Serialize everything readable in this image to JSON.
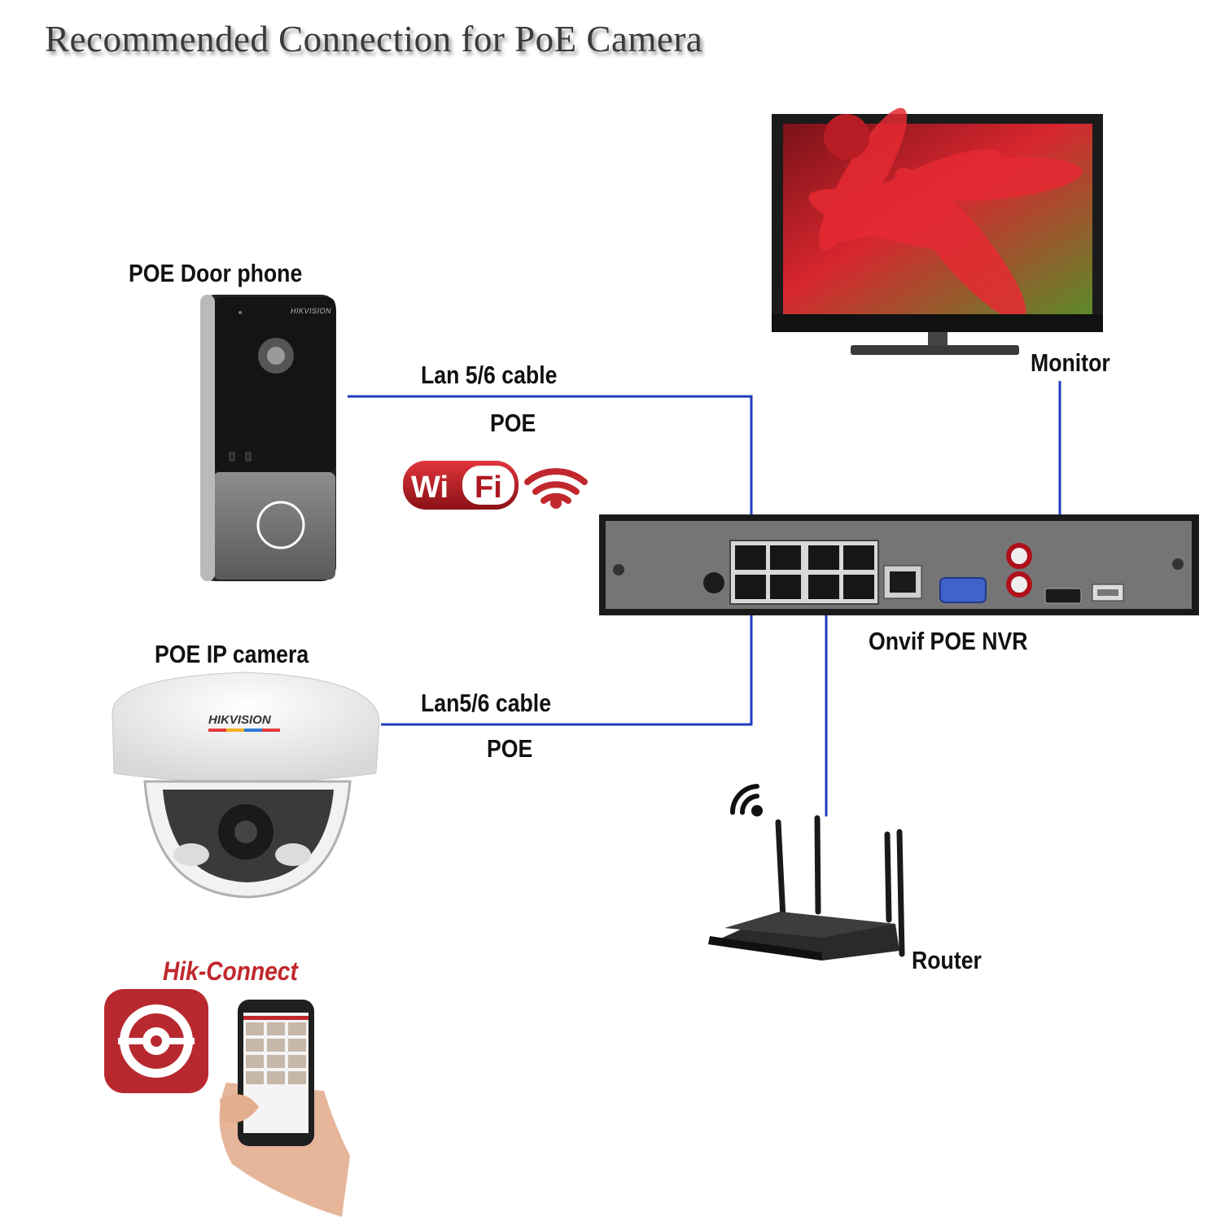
{
  "title": "Recommended Connection for PoE Camera",
  "devices": {
    "door_phone": {
      "label": "POE Door phone",
      "brand": "HIKVISION"
    },
    "ip_camera": {
      "label": "POE IP camera",
      "brand": "HIKVISION"
    },
    "monitor": {
      "label": "Monitor"
    },
    "nvr": {
      "label": "Onvif POE NVR"
    },
    "router": {
      "label": "Router"
    },
    "app": {
      "label": "Hik-Connect"
    }
  },
  "links": {
    "door_phone_cable": {
      "cable": "Lan 5/6 cable",
      "power": "POE"
    },
    "camera_cable": {
      "cable": "Lan5/6 cable",
      "power": "POE"
    }
  },
  "wifi_badge": {
    "part1": "Wi",
    "part2": "Fi"
  },
  "colors": {
    "line": "#1f3bbf",
    "brand_red": "#c0282d",
    "nvr_panel": "#6f6f6f"
  }
}
